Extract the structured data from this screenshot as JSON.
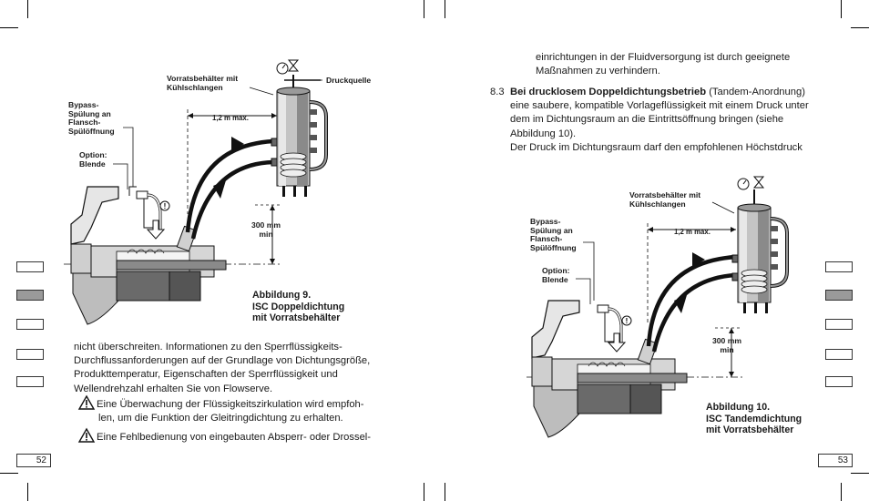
{
  "left_page": {
    "page_number": "52",
    "figure": {
      "labels": {
        "reservoir": [
          "Vorratsbehälter mit",
          "Kühlschlangen"
        ],
        "pressure_source": "Druckquelle",
        "bypass": [
          "Bypass-",
          "Spülung an",
          "Flansch-",
          "Spülöffnung"
        ],
        "option": [
          "Option:",
          "Blende"
        ],
        "max_distance": "1,2 m max.",
        "min_height": [
          "300 mm",
          "min"
        ]
      },
      "caption": [
        "Abbildung 9.",
        "ISC Doppeldichtung",
        "mit Vorratsbehälter"
      ]
    },
    "body_lines": [
      "nicht überschreiten. Informationen zu den Sperrflüssigkeits-",
      "Durchflussanforderungen auf der Grundlage von Dichtungsgröße,",
      "Produkttemperatur, Eigenschaften der Sperrflüssigkeit und",
      "Wellendrehzahl erhalten Sie von Flowserve."
    ],
    "warning_1": [
      "Eine Überwachung der Flüssigkeitszirkulation wird empfoh-",
      "len, um die Funktion der Gleitringdichtung zu erhalten."
    ],
    "warning_2": "Eine Fehlbedienung von eingebauten Absperr- oder Drossel-"
  },
  "right_page": {
    "page_number": "53",
    "intro_lines": [
      "einrichtungen in der Fluidversorgung ist durch geeignete",
      "Maßnahmen zu verhindern."
    ],
    "section": {
      "number": "8.3",
      "title": "Bei drucklosem Doppeldichtungsbetrieb",
      "title_suffix": " (Tandem-Anordnung)",
      "lines": [
        "eine saubere, kompatible Vorlageflüssigkeit mit einem Druck unter",
        "dem im Dichtungsraum an die Eintrittsöffnung bringen (siehe",
        "Abbildung 10).",
        "Der Druck im Dichtungsraum darf den empfohlenen Höchstdruck"
      ]
    },
    "figure": {
      "labels": {
        "reservoir": [
          "Vorratsbehälter mit",
          "Kühlschlangen"
        ],
        "bypass": [
          "Bypass-",
          "Spülung an",
          "Flansch-",
          "Spülöffnung"
        ],
        "option": [
          "Option:",
          "Blende"
        ],
        "max_distance": "1,2 m max.",
        "min_height": [
          "300 mm",
          "min"
        ]
      },
      "caption": [
        "Abbildung 10.",
        "ISC Tandemdichtung",
        "mit Vorratsbehälter"
      ]
    }
  },
  "colors": {
    "tab_active": "#9a9a9a",
    "ink": "#1a1a1a",
    "metal_dark": "#555555",
    "metal_light": "#d8d8d8"
  }
}
